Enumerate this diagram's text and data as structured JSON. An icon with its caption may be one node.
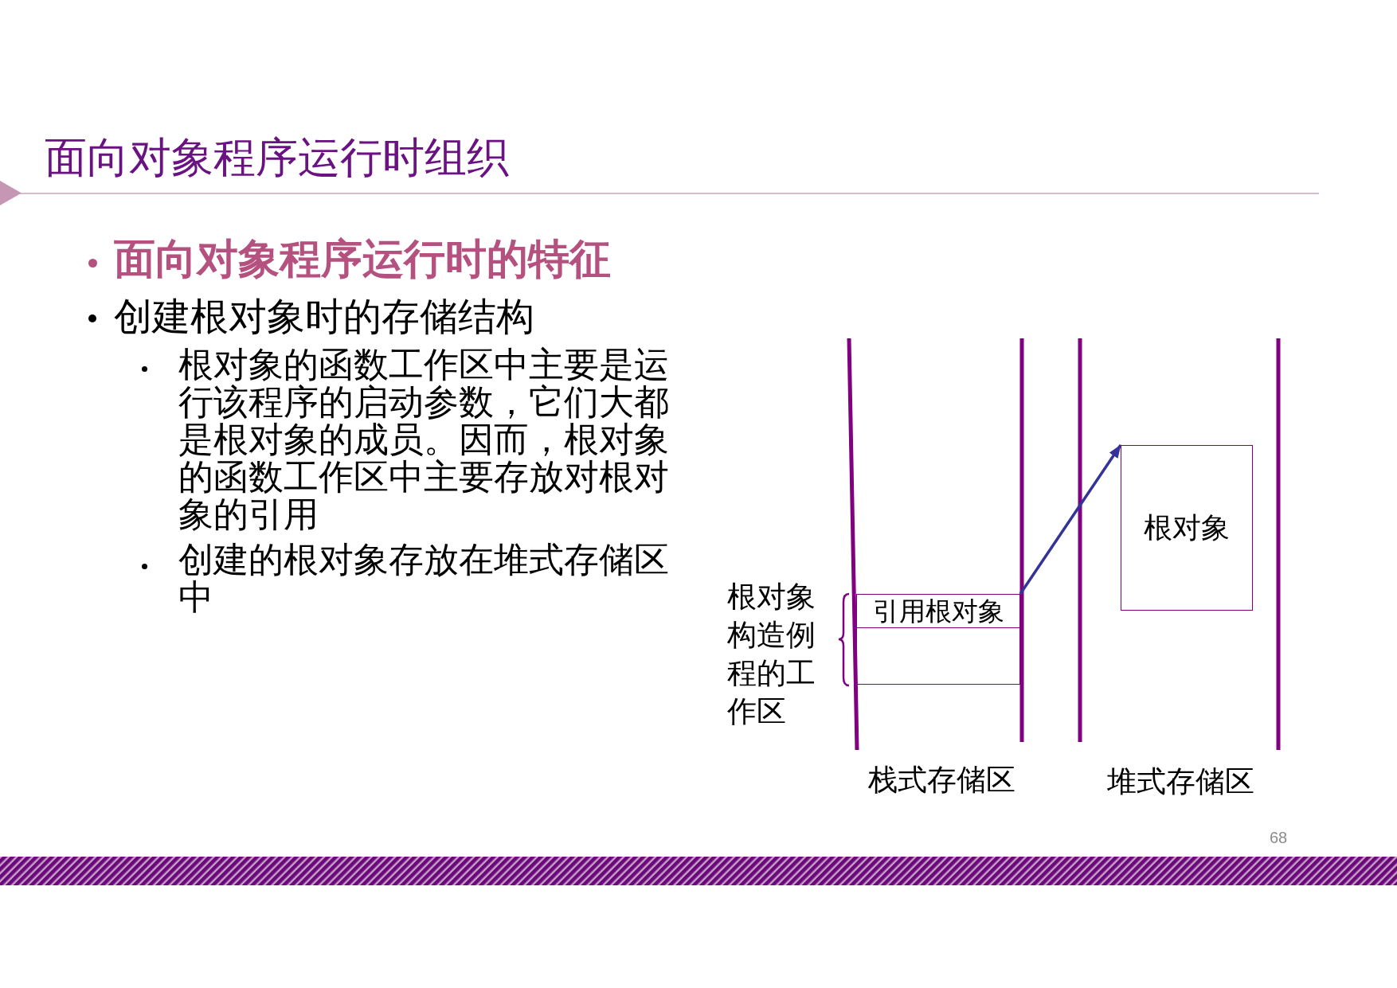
{
  "diagram": {
    "title": "面向对象程序运行时组织",
    "nodes": [
      {
        "text": [
          "引用根对象"
        ]
      },
      {
        "text": [],
        "shape": "box"
      },
      {
        "text": [
          "根对象"
        ]
      }
    ],
    "edges": [
      {
        "from": 0,
        "to": 2,
        "arrow": "to",
        "color": "#333399"
      }
    ],
    "labels": [
      "面向对象程序运行时的特征",
      "创建根对象时的存储结构",
      "根对象的函数工作区中主要是运行该程序的启动参数，它们大都是根对象的成员。因而，根对象的函数工作区中主要存放对根对象的引用",
      "创建的根对象存放在堆式存储区中",
      "根对象构造例程的工作区",
      "栈式存储区",
      "堆式存储区",
      "68"
    ]
  }
}
